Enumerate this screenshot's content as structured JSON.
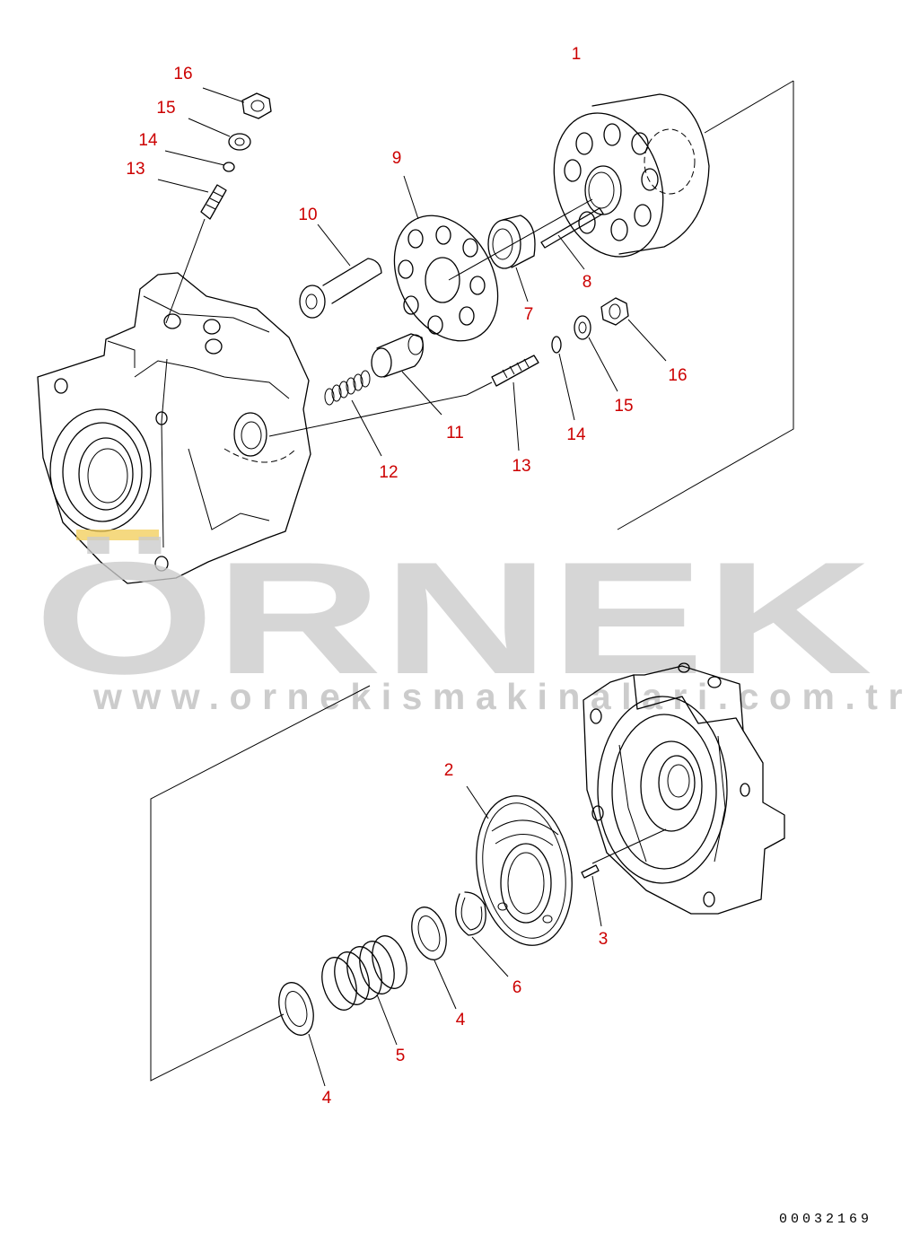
{
  "callouts": {
    "p1": "1",
    "p16a": "16",
    "p15a": "15",
    "p14a": "14",
    "p13a": "13",
    "p9": "9",
    "p10": "10",
    "p7": "7",
    "p8": "8",
    "p16b": "16",
    "p15b": "15",
    "p14b": "14",
    "p11": "11",
    "p12": "12",
    "p13b": "13",
    "p2": "2",
    "p3": "3",
    "p6": "6",
    "p4a": "4",
    "p5": "5",
    "p4b": "4"
  },
  "watermark": {
    "brand": "ÖRNEK",
    "url": "www.ornekismakinalari.com.tr"
  },
  "drawing_number": "00032169",
  "colors": {
    "callout": "#cc0000",
    "line": "#000000",
    "watermark": "#cbcbcb",
    "watermark_accent": "#f2cc55"
  }
}
